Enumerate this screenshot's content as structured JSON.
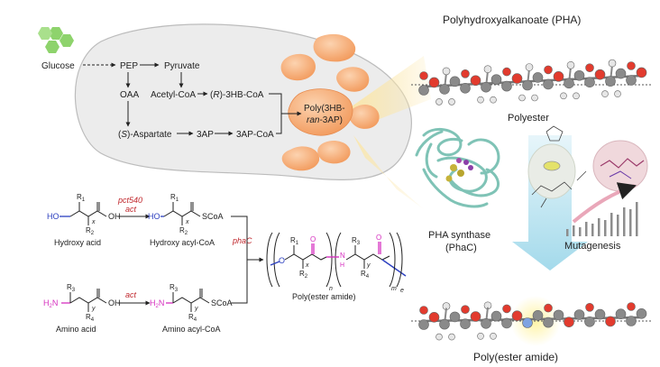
{
  "pathway": {
    "glucose": "Glucose",
    "pep": "PEP",
    "pyruvate": "Pyruvate",
    "oaa": "OAA",
    "acetyl_coa": "Acetyl-CoA",
    "r_prefix": "(",
    "r_letter": "R",
    "hb_coa": ")-3HB-CoA",
    "s_prefix": "(",
    "s_letter": "S",
    "aspartate": ")-Aspartate",
    "ap3": "3AP",
    "ap3_coa": "3AP-CoA",
    "poly_line1": "Poly(3HB-",
    "poly_line2_italic": "ran",
    "poly_line2_rest": "-3AP)"
  },
  "reactions": {
    "hydroxy_acid": "Hydroxy acid",
    "hydroxy_acyl_coa": "Hydroxy acyl-CoA",
    "amino_acid": "Amino acid",
    "amino_acyl_coa": "Amino acyl-CoA",
    "pct540": "pct540",
    "act_top": "act",
    "act_bottom": "act",
    "phac": "phaC",
    "product": "Poly(ester amide)",
    "ho": "HO",
    "h2n": "H",
    "h2n_sub": "2",
    "h2n_n": "N",
    "oh": "OH",
    "scoa": "SCoA",
    "o": "O",
    "nh_n": "N",
    "nh_h": "H",
    "r1": "R",
    "r2": "R",
    "r3": "R",
    "r4": "R",
    "sub1": "1",
    "sub2": "2",
    "sub3": "3",
    "sub4": "4",
    "x": "x",
    "y": "y",
    "m": "m",
    "n": "n",
    "e": "e"
  },
  "right_panel": {
    "pha_title": "Polyhydroxyalkanoate (PHA)",
    "polyester": "Polyester",
    "synthase_line1": "PHA synthase",
    "synthase_line2": "(PhaC)",
    "mutagenesis": "Mutagenesis",
    "pea_title": "Poly(ester amide)"
  },
  "colors": {
    "cell_fill": "#ececec",
    "cell_stroke": "#b5b5b5",
    "glucose_green": "#8ed36c",
    "granule": "#f6b07b",
    "granule_dark": "#f08f4f",
    "red_label": "#c0282d",
    "blue_bond": "#2b3fbf",
    "magenta_bond": "#d62fbf",
    "oxygen": "#e23b2e",
    "carbon": "#8a8a8a",
    "hydrogen": "#e6e6e6",
    "nitrogen": "#7ea3e2",
    "protein": "#7fc3b6",
    "arrow_blue": "#bfe6f2",
    "beam": "#fbe6a8"
  }
}
